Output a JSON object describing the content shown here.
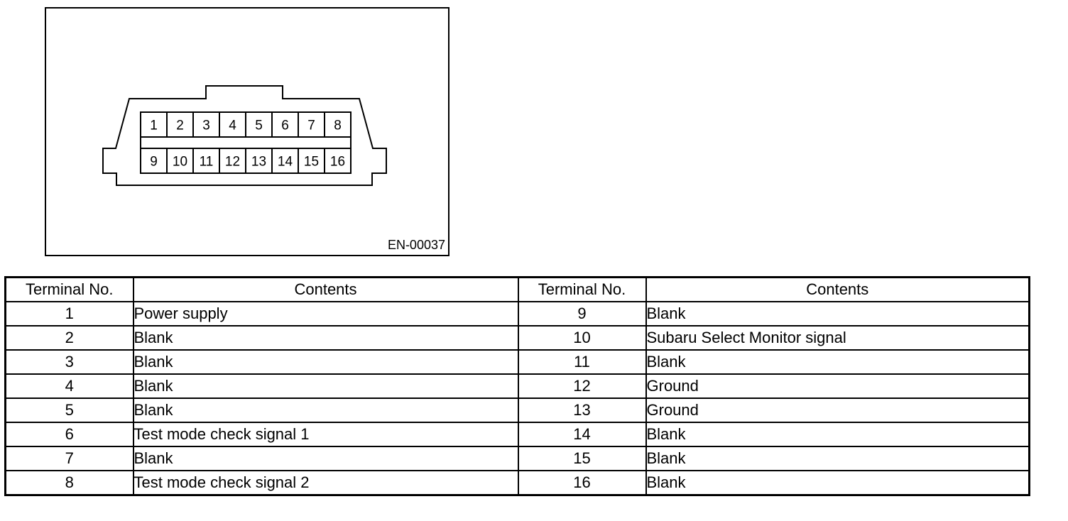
{
  "figure": {
    "code": "EN-00037",
    "pins_top": [
      "1",
      "2",
      "3",
      "4",
      "5",
      "6",
      "7",
      "8"
    ],
    "pins_bottom": [
      "9",
      "10",
      "11",
      "12",
      "13",
      "14",
      "15",
      "16"
    ]
  },
  "table": {
    "headers": [
      "Terminal No.",
      "Contents",
      "Terminal No.",
      "Contents"
    ],
    "rows": [
      {
        "t1": "1",
        "c1": "Power supply",
        "t2": "9",
        "c2": "Blank"
      },
      {
        "t1": "2",
        "c1": "Blank",
        "t2": "10",
        "c2": "Subaru Select Monitor signal"
      },
      {
        "t1": "3",
        "c1": "Blank",
        "t2": "11",
        "c2": "Blank"
      },
      {
        "t1": "4",
        "c1": "Blank",
        "t2": "12",
        "c2": "Ground"
      },
      {
        "t1": "5",
        "c1": "Blank",
        "t2": "13",
        "c2": "Ground"
      },
      {
        "t1": "6",
        "c1": "Test mode check signal 1",
        "t2": "14",
        "c2": "Blank"
      },
      {
        "t1": "7",
        "c1": "Blank",
        "t2": "15",
        "c2": "Blank"
      },
      {
        "t1": "8",
        "c1": "Test mode check signal 2",
        "t2": "16",
        "c2": "Blank"
      }
    ]
  }
}
